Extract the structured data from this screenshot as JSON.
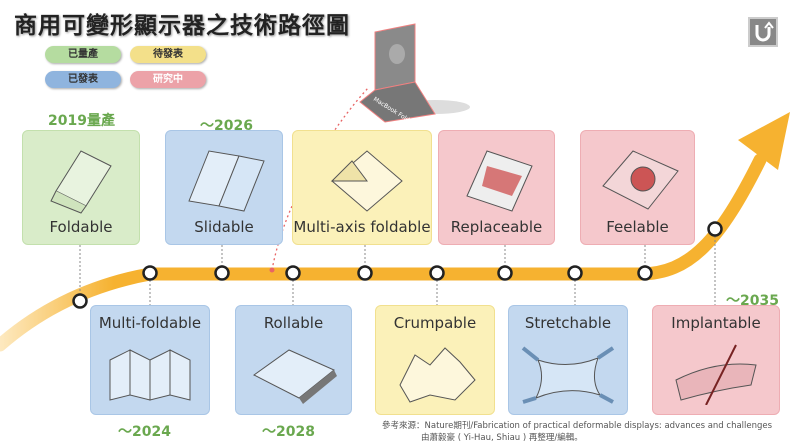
{
  "title": "商用可變形顯示器之技術路徑圖",
  "legend": [
    {
      "label": "已量產",
      "color": "#b5dca0"
    },
    {
      "label": "待發表",
      "color": "#f3e08a"
    },
    {
      "label": "已發表",
      "color": "#8fb4de"
    },
    {
      "label": "研究中",
      "color": "#eca2a8"
    }
  ],
  "top_cards": [
    {
      "label": "Foldable",
      "status": "已量產"
    },
    {
      "label": "Slidable",
      "status": "已發表"
    },
    {
      "label": "Multi-axis foldable",
      "status": "待發表"
    },
    {
      "label": "Replaceable",
      "status": "研究中"
    },
    {
      "label": "Feelable",
      "status": "研究中"
    }
  ],
  "bottom_cards": [
    {
      "label": "Multi-foldable",
      "status": "已發表"
    },
    {
      "label": "Rollable",
      "status": "已發表"
    },
    {
      "label": "Crumpable",
      "status": "待發表"
    },
    {
      "label": "Stretchable",
      "status": "已發表"
    },
    {
      "label": "Implantable",
      "status": "研究中"
    }
  ],
  "years": {
    "foldable": "2019量產",
    "slidable": "～2026",
    "multi_foldable": "～2024",
    "rollable": "～2028",
    "implantable": "～2035"
  },
  "highlight": {
    "label": "MacBook Fold"
  },
  "road_color": "#f6b230",
  "source_line1": "參考來源：Nature期刊/Fabrication of practical deformable displays: advances and challenges",
  "source_line2": "由蕭毅豪 ( Yi-Hau, Shiau ) 再整理/編輯。"
}
